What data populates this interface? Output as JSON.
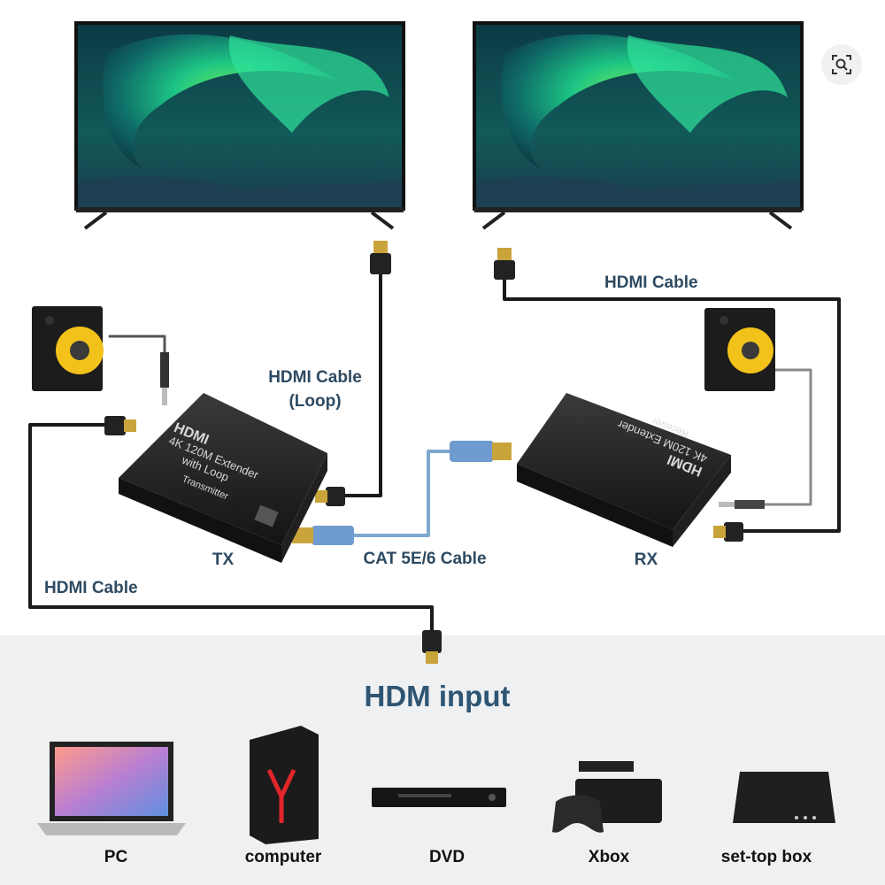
{
  "labels": {
    "hdmi_cable_top_right": "HDMI Cable",
    "hdmi_cable_loop_line1": "HDMI Cable",
    "hdmi_cable_loop_line2": "(Loop)",
    "tx": "TX",
    "rx": "RX",
    "cat_cable": "CAT 5E/6 Cable",
    "hdmi_cable_left": "HDMI Cable",
    "input_title": "HDM input"
  },
  "transmitter": {
    "brand": "HDMI",
    "line1": "4K 120M Extender",
    "line2": "with Loop",
    "line3": "Transmitter"
  },
  "receiver": {
    "brand": "HDMI",
    "line1": "4K 120M Extender",
    "line2": "Receiver"
  },
  "sources": [
    {
      "name": "PC"
    },
    {
      "name": "computer"
    },
    {
      "name": "DVD"
    },
    {
      "name": "Xbox"
    },
    {
      "name": "set-top box"
    }
  ],
  "colors": {
    "label_text": "#2e4a62",
    "title_text": "#2e5573",
    "cable_black": "#1a1a1a",
    "cable_blue": "#7fa7cf",
    "cable_gray": "#8a8a8a",
    "panel_bg": "#eef0f2"
  },
  "icons": [
    "image-search-icon"
  ]
}
